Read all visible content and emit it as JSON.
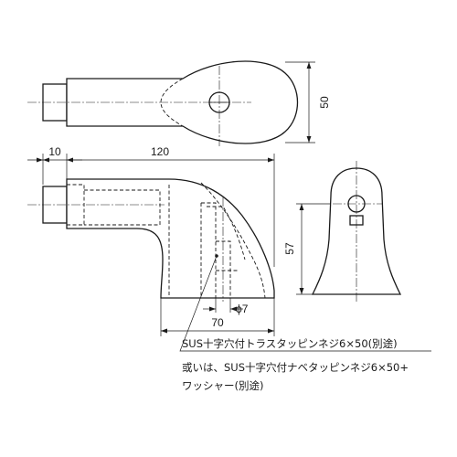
{
  "dimensions": {
    "top_height": "50",
    "length_total": "120",
    "length_offset": "10",
    "side_height": "57",
    "base_length": "70",
    "hole_diameter": "ϕ7"
  },
  "notes": {
    "line1": "SUS十字穴付トラスタッピンネジ6×50(別途)",
    "line2": "或いは、SUS十字穴付ナベタッピンネジ6×50+",
    "line3": "ワッシャー(別途)"
  }
}
